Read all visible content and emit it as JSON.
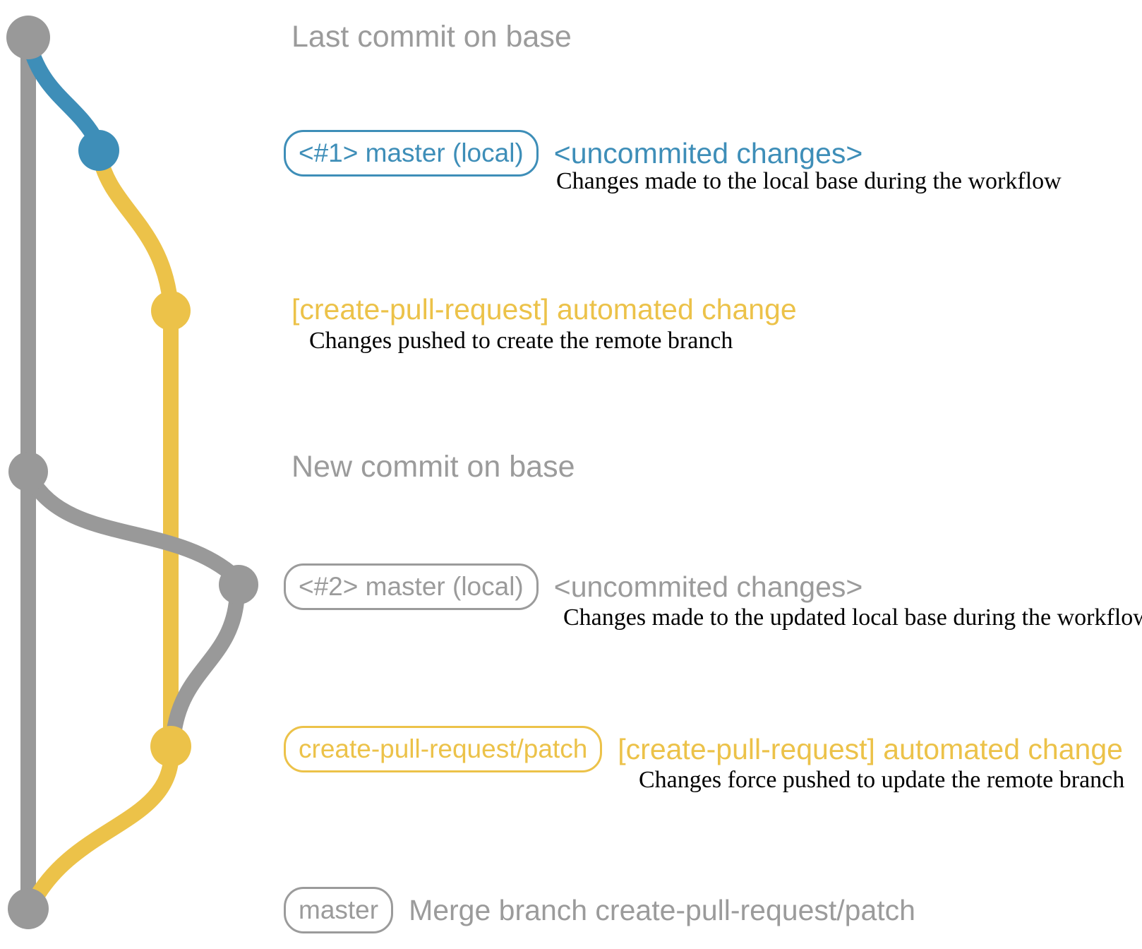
{
  "colors": {
    "gray": "#999999",
    "text_gray": "#9b9b9b",
    "blue": "#3e8eb8",
    "yellow": "#ecc249",
    "black": "#000000"
  },
  "rows": {
    "last_commit": {
      "label": "Last commit on base"
    },
    "commit1": {
      "badge": "<#1> master (local)",
      "message": "<uncommited changes>",
      "description": "Changes made to the local base during the workflow"
    },
    "push1": {
      "message": "[create-pull-request] automated change",
      "description": "Changes pushed to create the remote branch"
    },
    "new_commit": {
      "label": "New commit on base"
    },
    "commit2": {
      "badge": "<#2> master (local)",
      "message": "<uncommited changes>",
      "description": "Changes made to the updated local base during the workflow"
    },
    "push2": {
      "badge": "create-pull-request/patch",
      "message": "[create-pull-request] automated change",
      "description": "Changes force pushed to update the remote branch"
    },
    "merge": {
      "badge": "master",
      "message": "Merge branch create-pull-request/patch"
    }
  }
}
